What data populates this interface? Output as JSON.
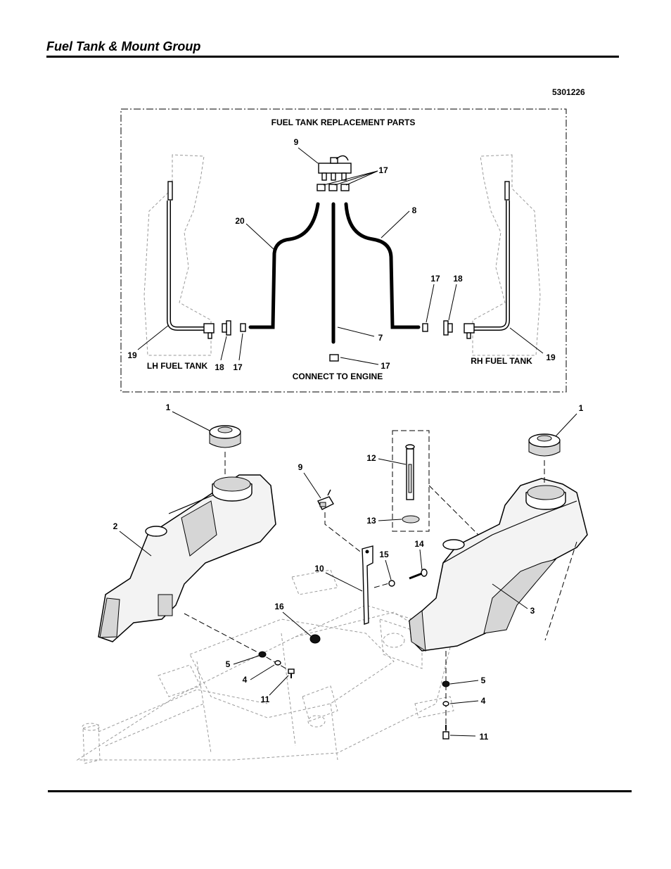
{
  "header": {
    "title": "Fuel Tank & Mount Group"
  },
  "figure": {
    "id": "5301226",
    "inset_title": "FUEL TANK REPLACEMENT PARTS",
    "inset_captions": {
      "lh_tank": "LH FUEL TANK",
      "rh_tank": "RH FUEL TANK",
      "engine": "CONNECT TO ENGINE"
    },
    "inset_callouts": {
      "valve": "9",
      "clamps_top": "17",
      "hose_left": "20",
      "hose_right": "8",
      "hose_center": "7",
      "clamp_right": "17",
      "grommet_right": "18",
      "pickup_left": "19",
      "grommet_left": "18",
      "clamp_left": "17",
      "clamp_engine": "17",
      "pickup_right": "19"
    },
    "main_callouts": {
      "cap_left": "1",
      "cap_right": "1",
      "tank_left": "2",
      "tank_right": "3",
      "valve": "9",
      "gauge": "12",
      "gauge_seal": "13",
      "screw_bracket": "14",
      "washer_bracket": "15",
      "bracket": "10",
      "bushing": "16",
      "washer_left_5": "5",
      "washer_left_4": "4",
      "bolt_left": "11",
      "washer_right_5": "5",
      "washer_right_4": "4",
      "bolt_right": "11"
    }
  }
}
